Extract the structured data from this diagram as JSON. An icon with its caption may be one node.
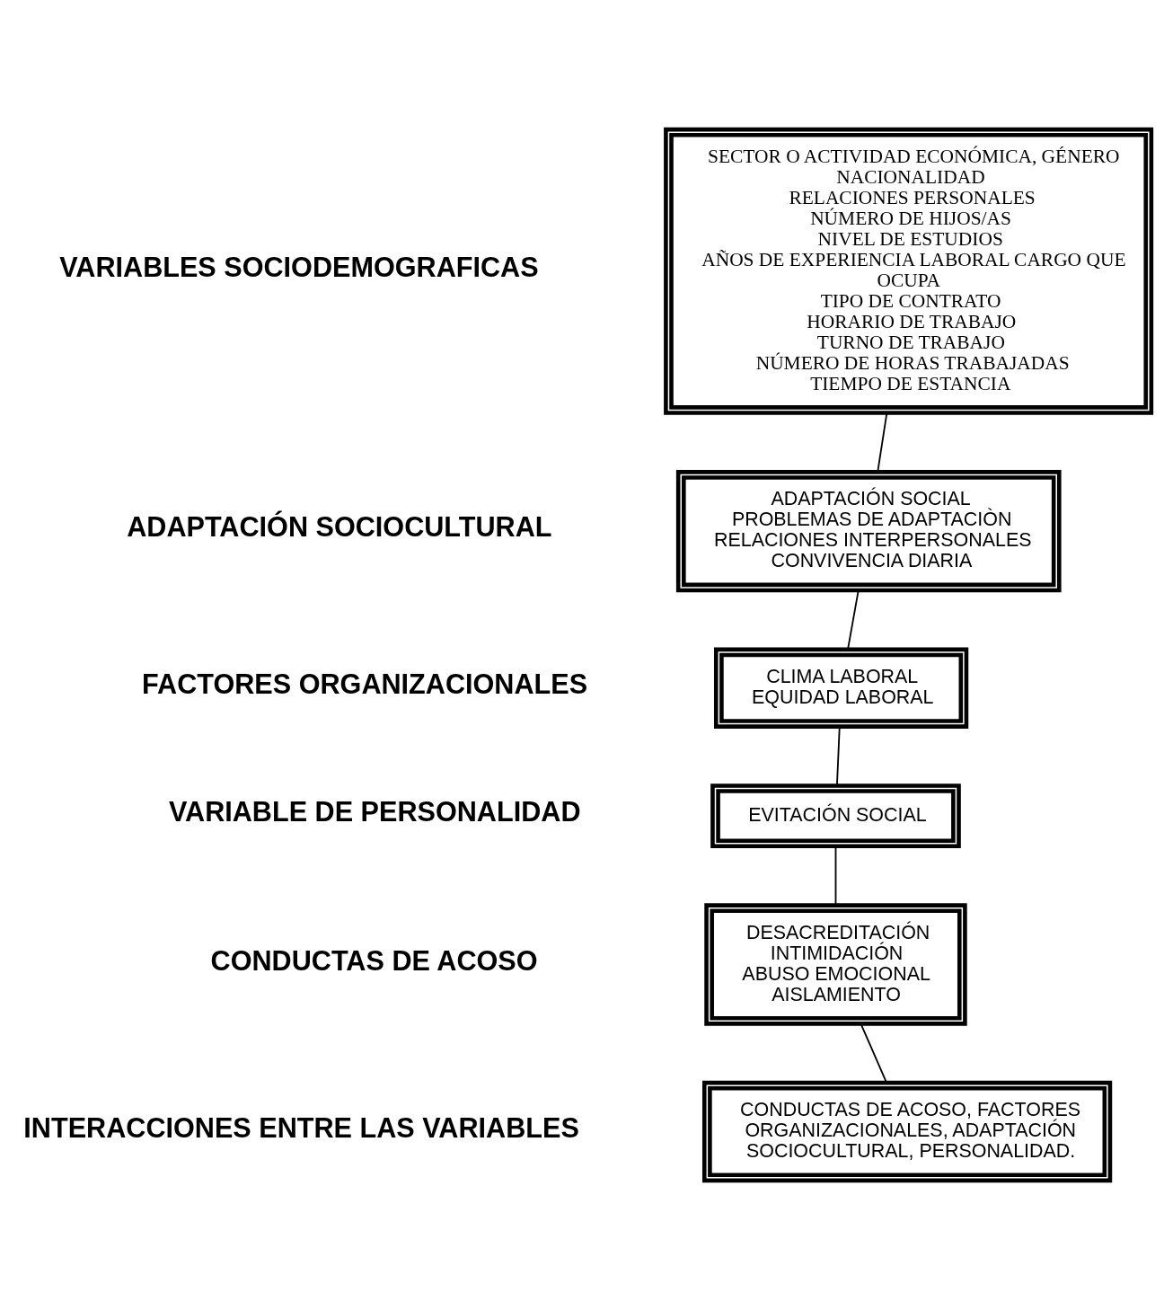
{
  "diagram": {
    "nodes": [
      {
        "text": [
          "SECTOR O ACTIVIDAD ECONÓMICA, GÉNERO",
          "NACIONALIDAD",
          "RELACIONES PERSONALES",
          "NÚMERO DE HIJOS/AS",
          "NIVEL DE ESTUDIOS",
          "AÑOS DE EXPERIENCIA LABORAL CARGO QUE OCUPA",
          "TIPO DE CONTRATO",
          "HORARIO DE TRABAJO",
          "TURNO DE TRABAJO",
          "NÚMERO DE HORAS TRABAJADAS",
          "TIEMPO DE ESTANCIA"
        ]
      },
      {
        "text": [
          "ADAPTACIÓN SOCIAL",
          "PROBLEMAS DE ADAPTACIÒN",
          "RELACIONES INTERPERSONALES",
          "CONVIVENCIA DIARIA"
        ]
      },
      {
        "text": [
          "CLIMA LABORAL",
          "EQUIDAD LABORAL"
        ]
      },
      {
        "text": [
          "EVITACIÓN SOCIAL"
        ]
      },
      {
        "text": [
          "DESACREDITACIÓN",
          "INTIMIDACIÓN",
          "ABUSO EMOCIONAL",
          "AISLAMIENTO"
        ]
      },
      {
        "text": [
          "CONDUCTAS DE ACOSO, FACTORES ORGANIZACIONALES, ADAPTACIÓN SOCIOCULTURAL, PERSONALIDAD."
        ]
      }
    ],
    "edges": [
      {
        "from": 0,
        "to": 1,
        "arrow": "none"
      },
      {
        "from": 1,
        "to": 2,
        "arrow": "none"
      },
      {
        "from": 2,
        "to": 3,
        "arrow": "none"
      },
      {
        "from": 3,
        "to": 4,
        "arrow": "none"
      },
      {
        "from": 4,
        "to": 5,
        "arrow": "none"
      }
    ],
    "labels": [
      "VARIABLES SOCIODEMOGRAFICAS",
      "ADAPTACIÓN SOCIOCULTURAL",
      "FACTORES ORGANIZACIONALES",
      "VARIABLE DE PERSONALIDAD",
      "CONDUCTAS DE ACOSO",
      "INTERACCIONES ENTRE LAS VARIABLES"
    ]
  }
}
